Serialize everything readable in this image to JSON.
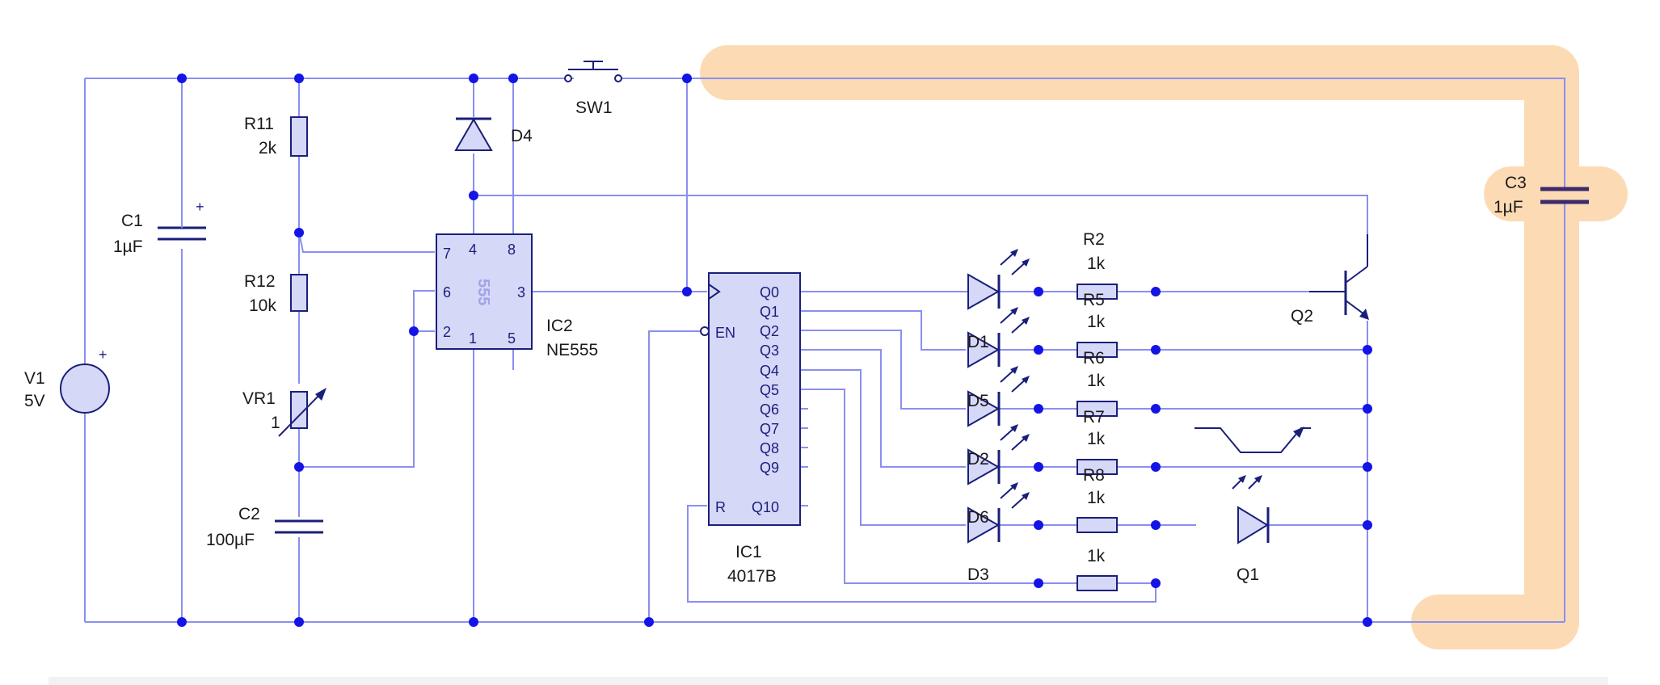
{
  "components": {
    "V1": {
      "ref": "V1",
      "value": "5V"
    },
    "C1": {
      "ref": "C1",
      "value": "1µF"
    },
    "R11": {
      "ref": "R11",
      "value": "2k"
    },
    "R12": {
      "ref": "R12",
      "value": "10k"
    },
    "VR1": {
      "ref": "VR1",
      "value": "1"
    },
    "C2": {
      "ref": "C2",
      "value": "100µF"
    },
    "D4": {
      "ref": "D4"
    },
    "SW1": {
      "ref": "SW1"
    },
    "IC2": {
      "ref": "IC2",
      "value": "NE555",
      "chip": "555",
      "pins": [
        "7",
        "4",
        "8",
        "6",
        "3",
        "2",
        "1",
        "5"
      ]
    },
    "IC1": {
      "ref": "IC1",
      "value": "4017B",
      "pins_right": [
        "Q0",
        "Q1",
        "Q2",
        "Q3",
        "Q4",
        "Q5",
        "Q6",
        "Q7",
        "Q8",
        "Q9",
        "Q10"
      ],
      "pin_en": "EN",
      "pin_r": "R"
    },
    "LEDs": [
      "D1",
      "D5",
      "D2",
      "D6",
      "D3"
    ],
    "resistors": [
      {
        "ref": "R2",
        "value": "1k"
      },
      {
        "ref": "R5",
        "value": "1k"
      },
      {
        "ref": "R6",
        "value": "1k"
      },
      {
        "ref": "R7",
        "value": "1k"
      },
      {
        "ref": "R8",
        "value": "1k"
      },
      {
        "value": "1k"
      }
    ],
    "Q2": {
      "ref": "Q2"
    },
    "Q1": {
      "ref": "Q1"
    },
    "C3": {
      "ref": "C3",
      "value": "1µF"
    }
  },
  "colors": {
    "wire": "#8a8ff0",
    "symbol": "#1a1f7a",
    "ic_body": "#d6d8f7",
    "junction": "#1414e6",
    "highlight": "#fcd9b0",
    "c3_plate": "#3a2a6e"
  }
}
